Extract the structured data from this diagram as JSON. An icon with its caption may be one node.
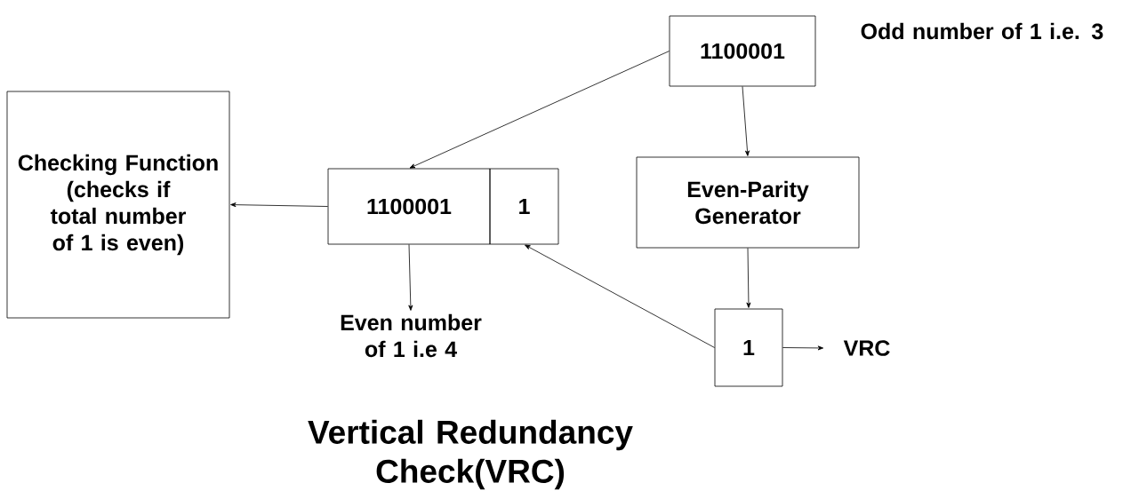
{
  "diagram": {
    "title": "Vertical Redundancy Check(VRC)",
    "nodes": [
      {
        "text": [
          "1100001"
        ],
        "beside": [
          "Odd number of 1 i.e. 3"
        ]
      },
      {
        "text": [
          "Checking Function (checks if total number of 1 is even)"
        ]
      },
      {
        "text": [
          "1100001"
        ]
      },
      {
        "text": [
          "1"
        ]
      },
      {
        "text": [
          "Even-Parity Generator"
        ]
      },
      {
        "text": [
          "1"
        ]
      },
      {
        "text": [
          "Even number of 1 i.e 4"
        ]
      },
      {
        "text": [
          "VRC"
        ]
      }
    ],
    "edges": [
      {
        "from": 0,
        "to": 2,
        "arrow": "to"
      },
      {
        "from": 0,
        "to": 4,
        "arrow": "to"
      },
      {
        "from": 2,
        "to": 1,
        "arrow": "to"
      },
      {
        "from": 2,
        "to": 6,
        "arrow": "to"
      },
      {
        "from": 4,
        "to": 5,
        "arrow": "to"
      },
      {
        "from": 5,
        "to": 3,
        "arrow": "to"
      },
      {
        "from": 5,
        "to": 7,
        "arrow": "to"
      }
    ]
  }
}
